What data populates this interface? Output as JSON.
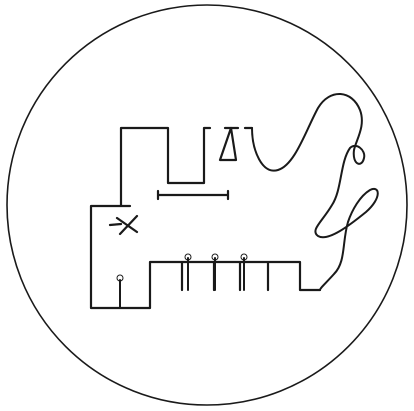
{
  "colors": {
    "background": "#ffffff",
    "ink": "#1a1a1a"
  },
  "figure": {
    "icon": "line-drawing-in-circle",
    "parts": [
      "outer-circle-border",
      "building-outline",
      "bell-icon",
      "horizontal-bar",
      "x-mark",
      "pin-markers",
      "looping-string"
    ]
  }
}
